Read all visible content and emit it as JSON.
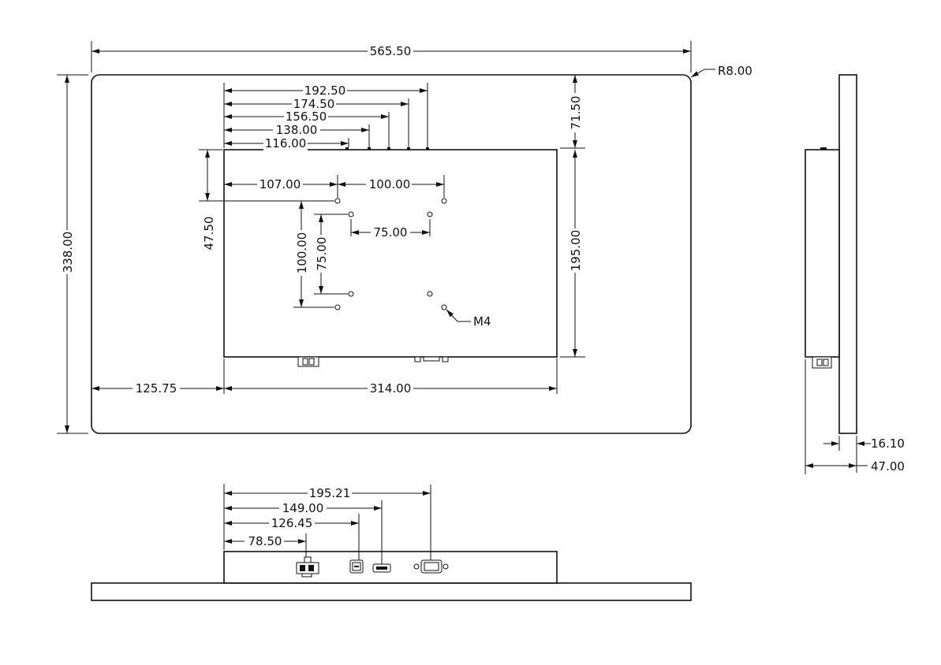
{
  "dims": {
    "overall_width": "565.50",
    "corner_radius": "R8.00",
    "overall_height": "338.00",
    "hole_x_1": "192.50",
    "hole_x_2": "174.50",
    "hole_x_3": "156.50",
    "hole_x_4": "138.00",
    "hole_x_5": "116.00",
    "top_offset": "71.50",
    "vesa_top": "47.50",
    "vesa_left": "107.00",
    "vesa_100_h": "100.00",
    "vesa_75_h": "75.00",
    "vesa_100_v": "100.00",
    "vesa_75_v": "75.00",
    "screw": "M4",
    "box_height": "195.00",
    "left_margin": "125.75",
    "box_width": "314.00",
    "side_thickness": "16.10",
    "side_depth": "47.00",
    "port_1": "195.21",
    "port_2": "149.00",
    "port_3": "126.45",
    "port_4": "78.50"
  }
}
